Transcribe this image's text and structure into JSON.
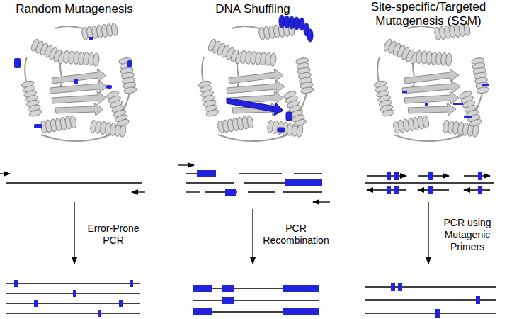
{
  "diagram": {
    "labels": [
      "Random Mutagenesis",
      "DNA Shuffling",
      "Site-specific/Targeted Mutagenesis (SSM)",
      "Error-Prone PCR",
      "PCR Recombination",
      "PCR using Mutagenic Primers"
    ]
  }
}
